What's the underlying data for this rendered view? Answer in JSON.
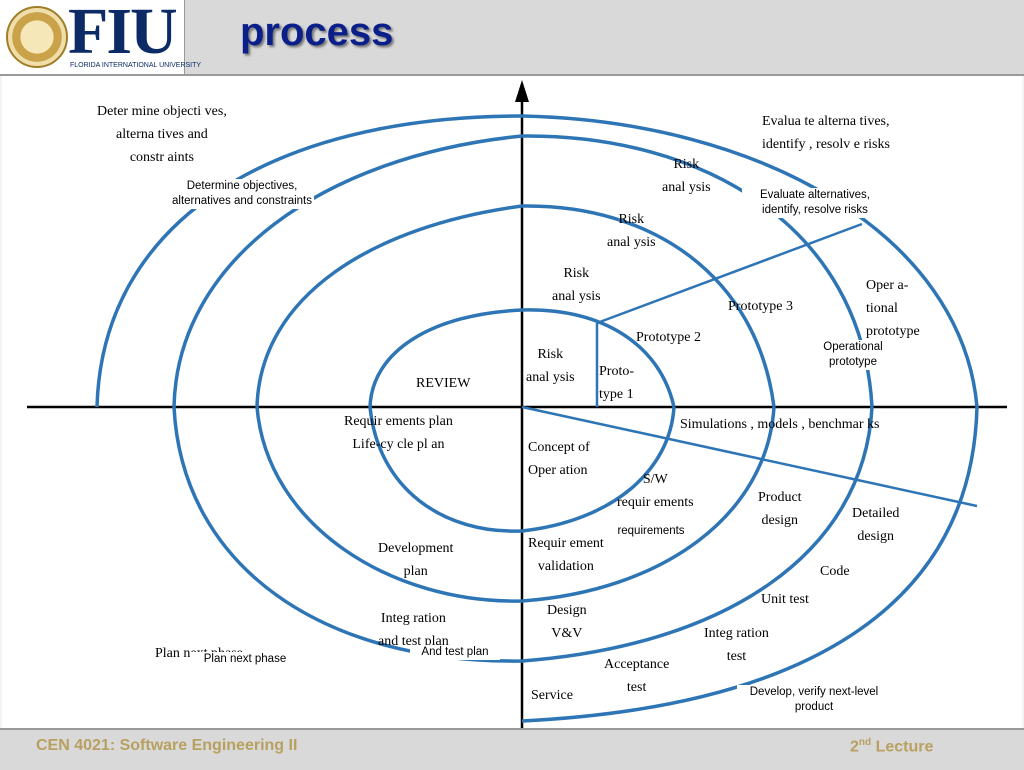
{
  "slide": {
    "title": "process",
    "logo_text": "FIU",
    "logo_subtitle": "FLORIDA INTERNATIONAL UNIVERSITY"
  },
  "diagram": {
    "quadrants": [
      "Deter mine objecti ves, alterna tives and constr aints",
      "Evalua te alterna tives, identify , resolv e risks",
      "Develop, verify next-level product",
      "Plan next phase"
    ],
    "labels": {
      "q1_line1": "Deter mine objecti ves,",
      "q1_line2": "alterna tives and",
      "q1_line3": "constr aints",
      "q2_line1": "Evalua te alterna tives,",
      "q2_line2": "identify , resolv e risks",
      "risk_line1": "Risk",
      "risk_line2": "anal ysis",
      "prototype3": "Prototype 3",
      "prototype2": "Prototype 2",
      "prototype1_line1": "Proto-",
      "prototype1_line2": "type 1",
      "operational_line1": "Oper a-",
      "operational_line2": "tional",
      "operational_line3": "prototype",
      "review": "REVIEW",
      "req_plan": "Requir ements plan",
      "lifecycle_plan": "Life-cy cle pl an",
      "concept_line1": "Concept of",
      "concept_line2": "Oper ation",
      "simulations": "Simulations , models , benchmar ks",
      "sw_req_line1": "S/W",
      "sw_req_line2": "requir ements",
      "product_design_line1": "Product",
      "product_design_line2": "design",
      "detailed_design_line1": "Detailed",
      "detailed_design_line2": "design",
      "code": "Code",
      "unit_test": "Unit test",
      "integration_test_line1": "Integ ration",
      "integration_test_line2": "test",
      "acceptance_line1": "Acceptance",
      "acceptance_line2": "test",
      "service": "Service",
      "dev_plan_line1": "Development",
      "dev_plan_line2": "plan",
      "integration_plan_line1": "Integ ration",
      "integration_plan_line2": "and test plan",
      "req_validation_line1": "Requir ement",
      "req_validation_line2": "validation",
      "design_vv_line1": "Design",
      "design_vv_line2": "V&V",
      "plan_next_phase": "Plan next phase"
    },
    "notes": {
      "determine": "Determine objectives, alternatives and constraints",
      "evaluate": "Evaluate alternatives, identify, resolve risks",
      "operational": "Operational prototype",
      "requirements": "requirements",
      "and_test_plan": "And test plan",
      "plan_next": "Plan next phase",
      "develop": "Develop, verify next-level product"
    },
    "line_color": "#2e75b6"
  },
  "footer": {
    "course": "CEN 4021: Software Engineering II",
    "lecture_num": "2",
    "lecture_sup": "nd",
    "lecture_word": "Lecture"
  }
}
